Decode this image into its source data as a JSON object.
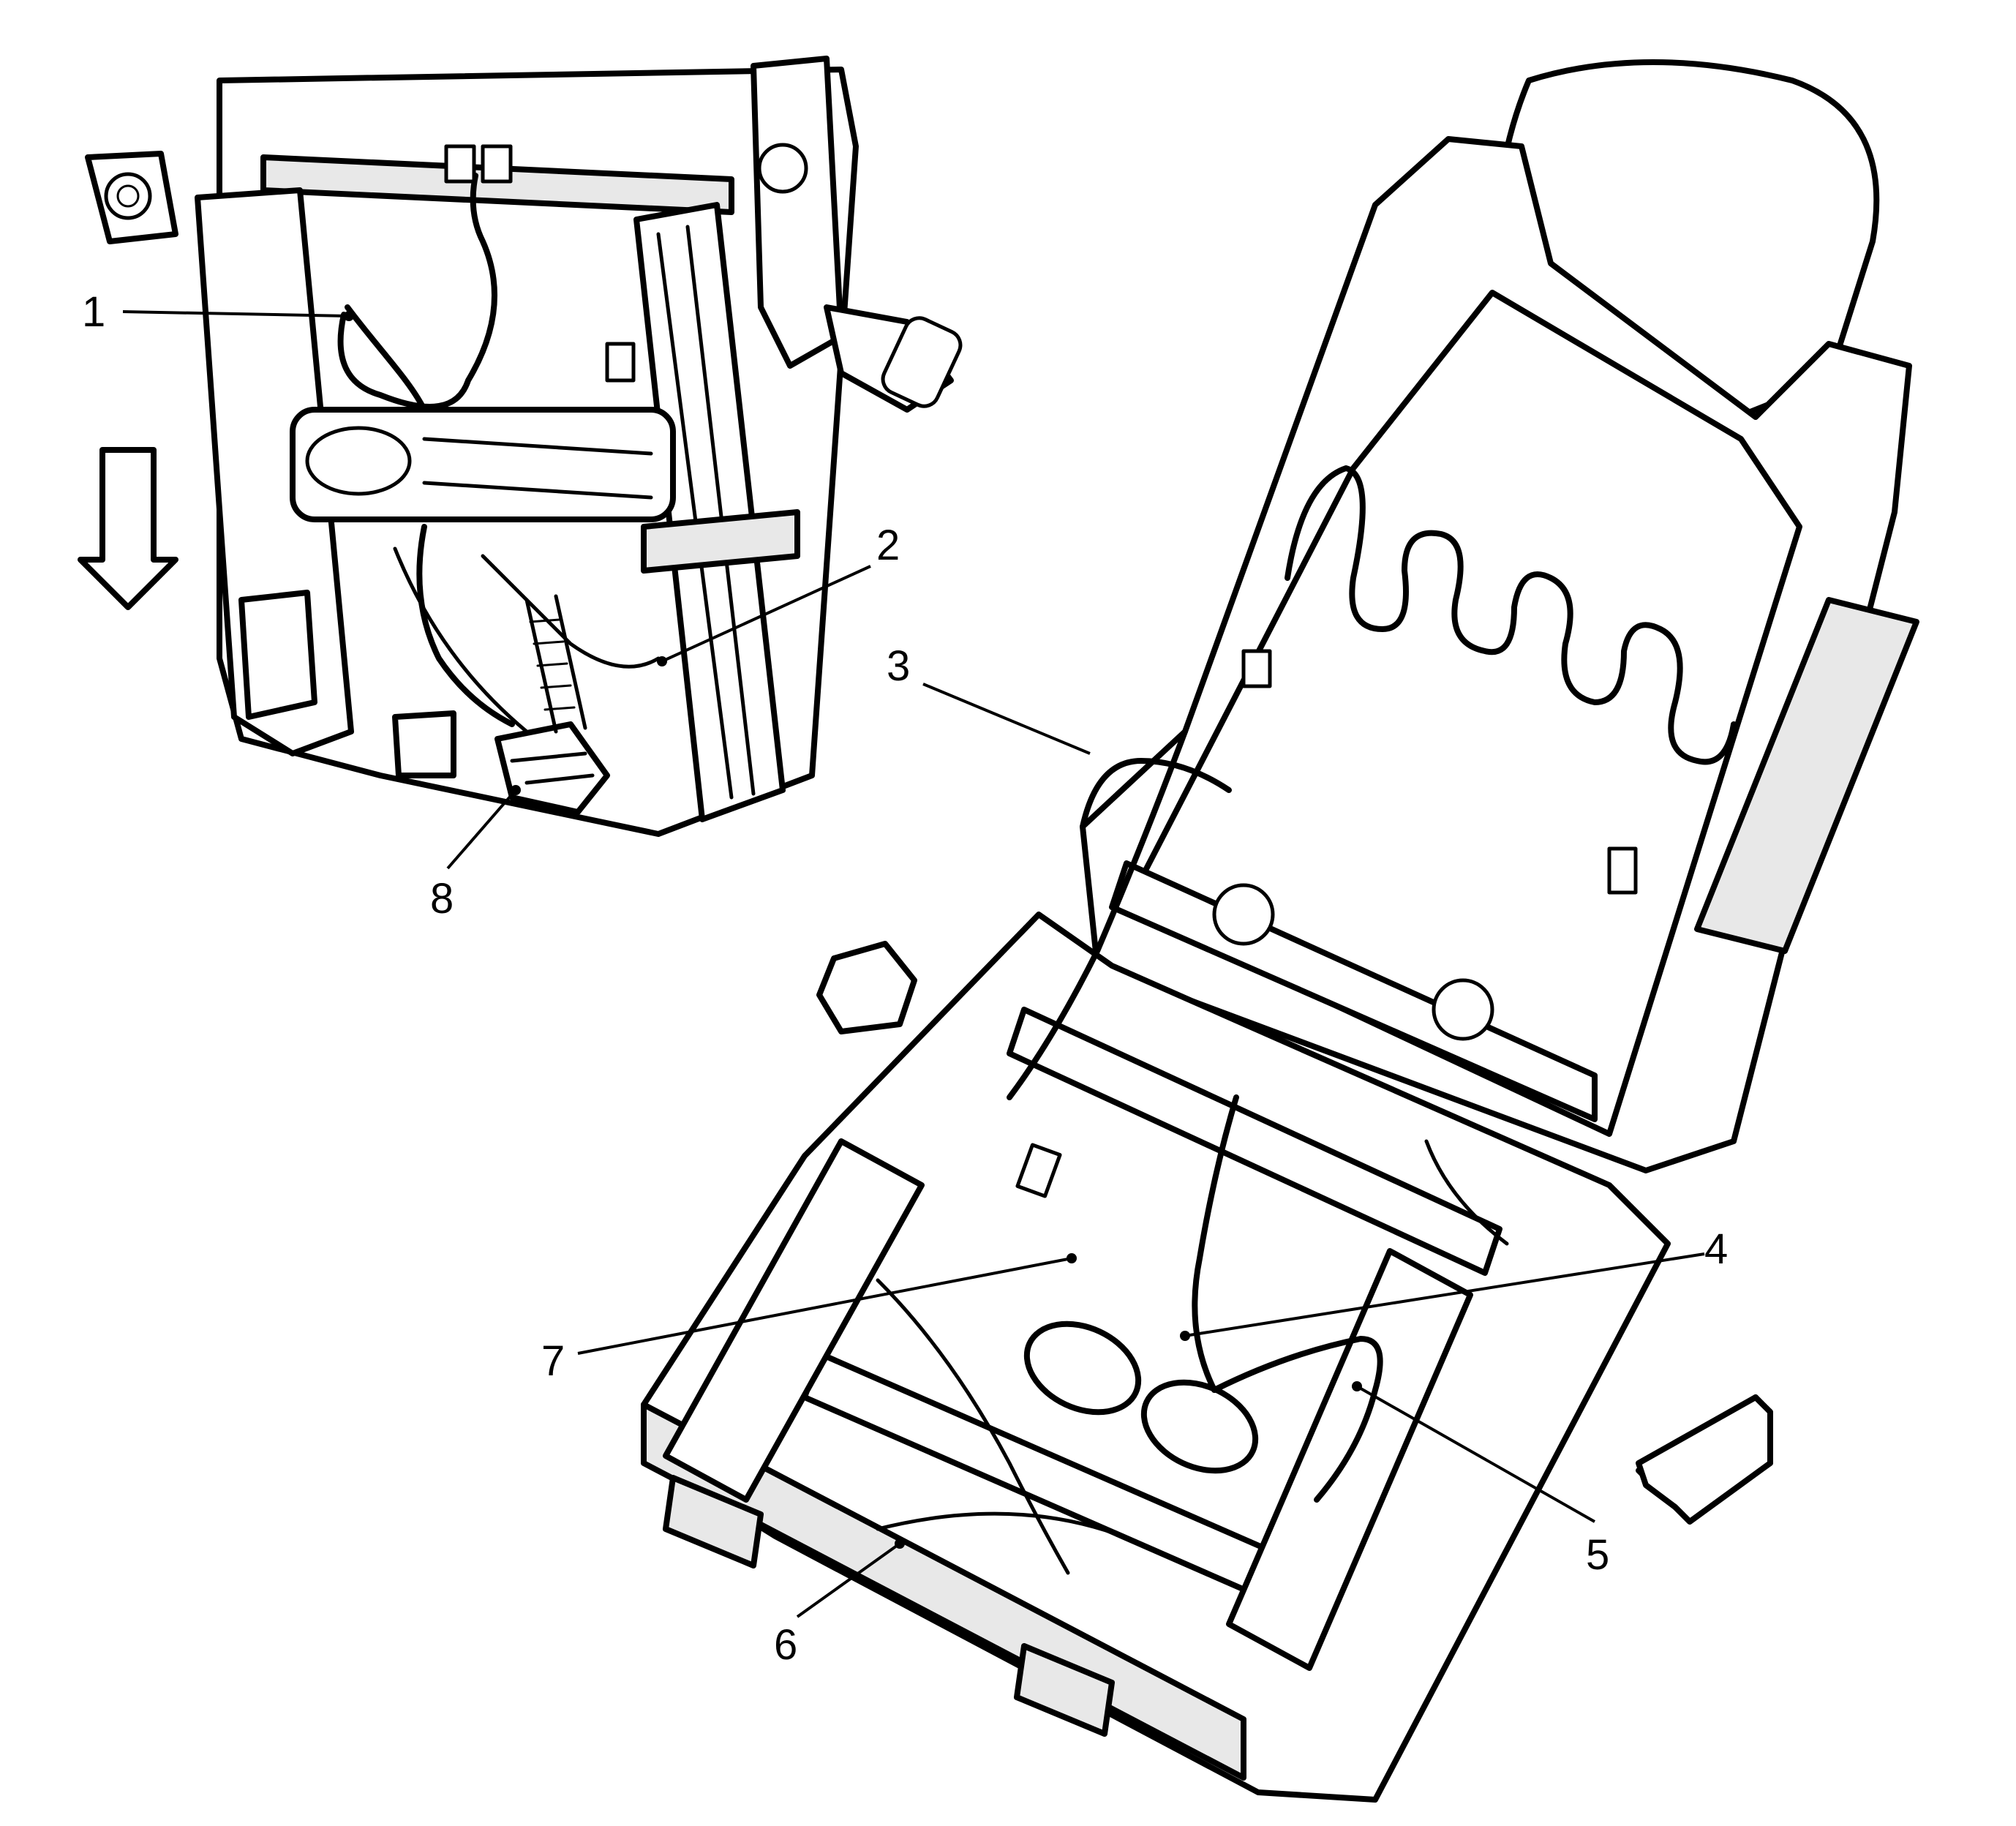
{
  "callouts": {
    "c1": "1",
    "c2": "2",
    "c3": "3",
    "c4": "4",
    "c5": "5",
    "c6": "6",
    "c7": "7",
    "c8": "8"
  },
  "icons": {
    "view_arrow_left": "down-arrow-icon",
    "view_arrow_right": "diagonal-arrow-icon"
  },
  "colors": {
    "line": "#000000",
    "background": "#ffffff"
  }
}
